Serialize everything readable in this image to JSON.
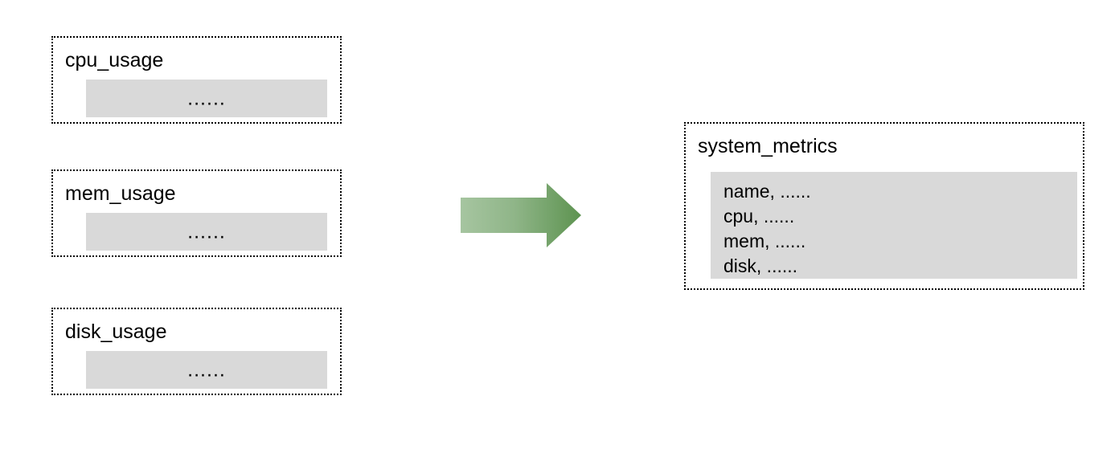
{
  "diagram": {
    "type": "data-aggregation-flow",
    "sources": [
      {
        "name": "cpu-usage",
        "title": "cpu_usage",
        "body_text": "......"
      },
      {
        "name": "mem-usage",
        "title": "mem_usage",
        "body_text": "......"
      },
      {
        "name": "disk-usage",
        "title": "disk_usage",
        "body_text": "......"
      }
    ],
    "connector": {
      "name": "merge-arrow",
      "direction": "right",
      "gradient_start_color": "#9dbf98",
      "gradient_end_color": "#5f9550"
    },
    "target": {
      "name": "system-metrics",
      "title": "system_metrics",
      "rows": [
        "name, ......",
        "cpu, ......",
        "mem, ......",
        "disk, ......"
      ]
    },
    "colors": {
      "body_fill": "#d9d9d9",
      "border": "#000000",
      "background": "#ffffff",
      "text": "#000000"
    }
  }
}
